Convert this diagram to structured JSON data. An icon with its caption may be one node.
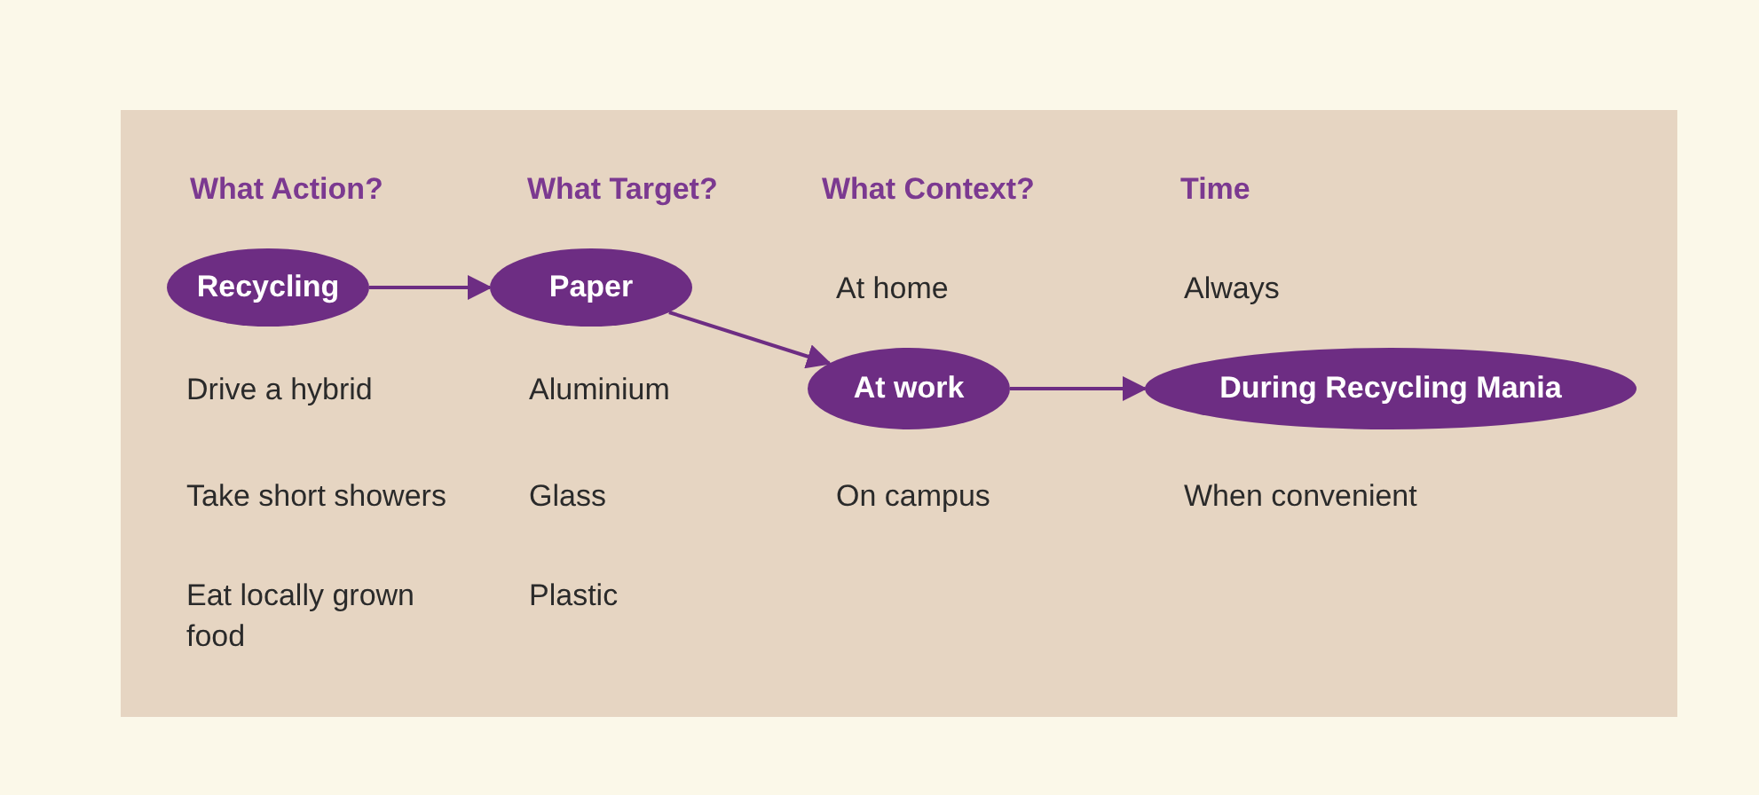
{
  "diagram": {
    "nodes": [
      {
        "text": [
          "Recycling"
        ]
      },
      {
        "text": [
          "Paper"
        ]
      },
      {
        "text": [
          "At work"
        ]
      },
      {
        "text": [
          "During Recycling Mania"
        ]
      }
    ],
    "edges": [
      {
        "from": 0,
        "to": 1,
        "arrow": "to"
      },
      {
        "from": 1,
        "to": 2,
        "arrow": "to"
      },
      {
        "from": 2,
        "to": 3,
        "arrow": "to"
      }
    ],
    "labels": [
      "What Action?",
      "What Target?",
      "What Context?",
      "Time",
      "At home",
      "Always",
      "Drive a hybrid",
      "Aluminium",
      "Take short showers",
      "Glass",
      "On campus",
      "When convenient",
      "Eat locally grown food",
      "Plastic"
    ]
  }
}
